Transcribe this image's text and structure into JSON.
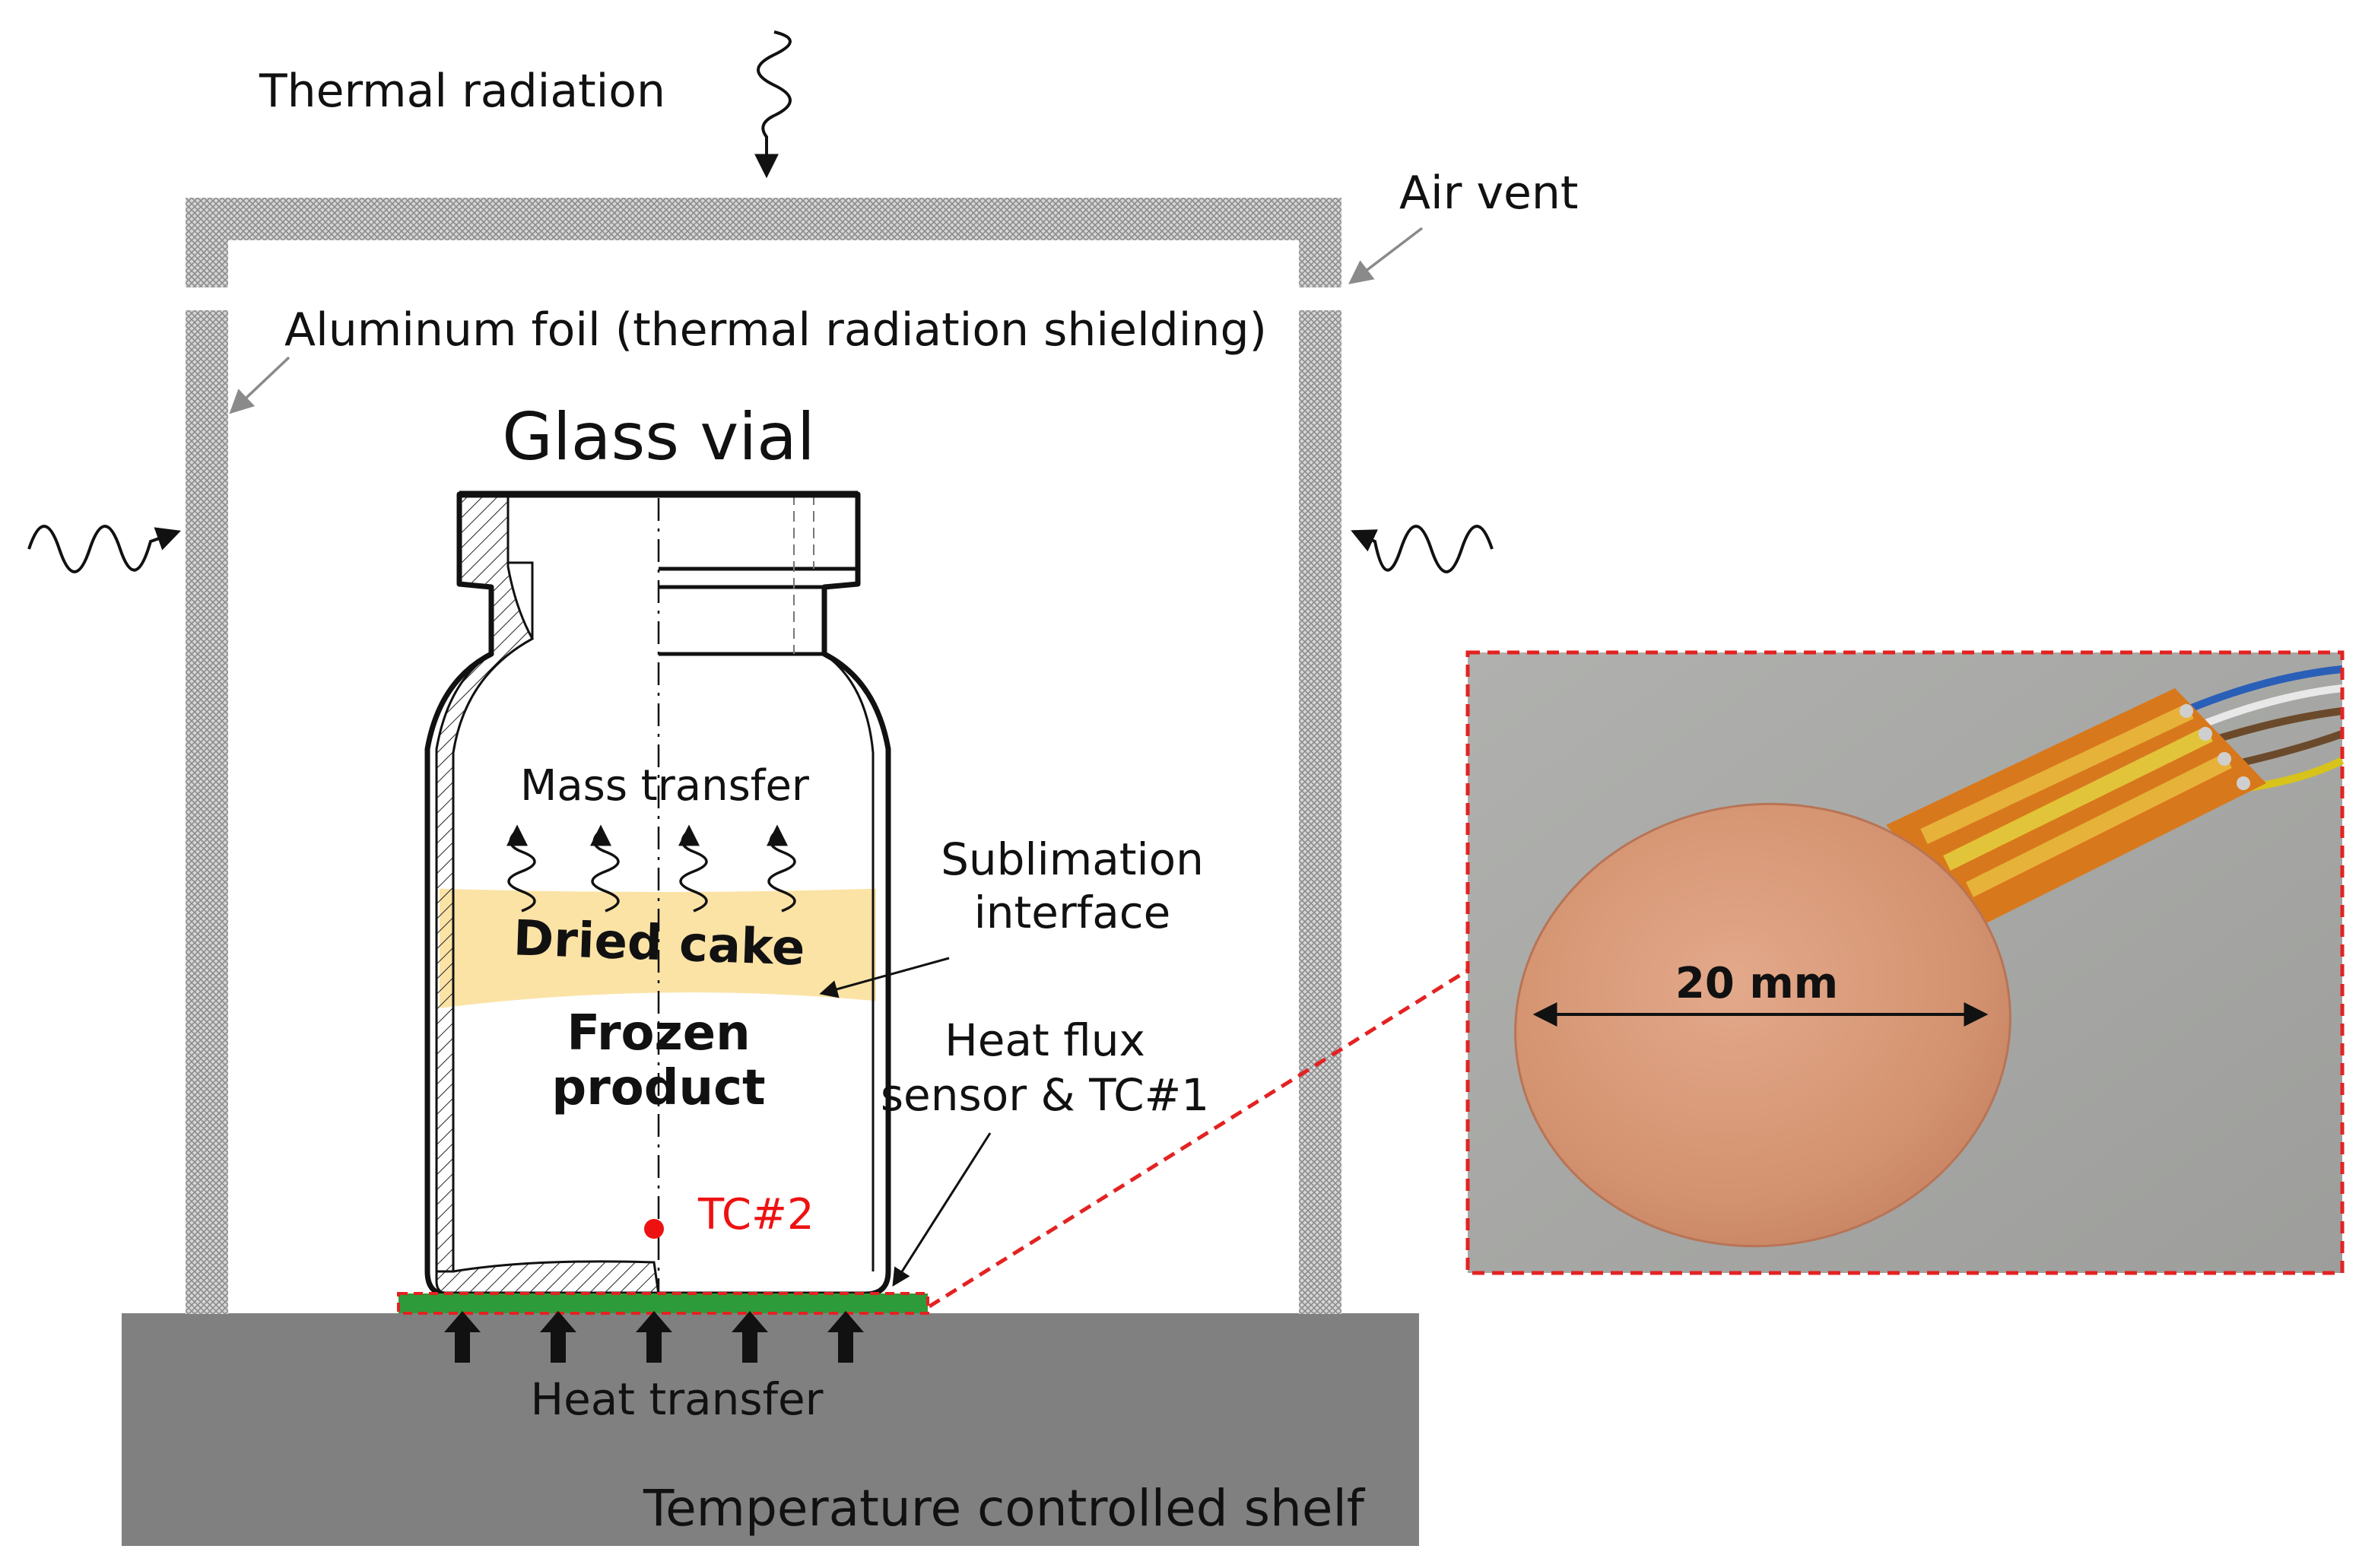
{
  "labels": {
    "thermal_radiation": "Thermal radiation",
    "air_vent": "Air vent",
    "aluminum_foil": "Aluminum foil (thermal radiation shielding)",
    "glass_vial": "Glass vial",
    "mass_transfer": "Mass transfer",
    "sublimation_interface_line1": "Sublimation",
    "sublimation_interface_line2": "interface",
    "dried_cake": "Dried cake",
    "frozen_product_line1": "Frozen",
    "frozen_product_line2": "product",
    "heat_flux_line1": "Heat flux",
    "heat_flux_line2": "sensor & TC#1",
    "tc2": "TC#2",
    "heat_transfer": "Heat transfer",
    "shelf": "Temperature controlled shelf",
    "scale": "20 mm"
  },
  "colors": {
    "shelf": "#808080",
    "foil": "#c8c8c8",
    "dried_cake": "#fbe3a6",
    "callout_border": "#e32222",
    "sensor_fill": "#2e9b3a",
    "tc_marker": "#ee1111",
    "photo_background": "#a9aaa7",
    "copper_disc": "#d99a7b",
    "kapton_tape": "#d8781c"
  },
  "icons": {
    "radiation": "wavy-arrow-icon",
    "vapor": "wavy-up-arrow-icon",
    "heat": "up-arrow-icon"
  }
}
